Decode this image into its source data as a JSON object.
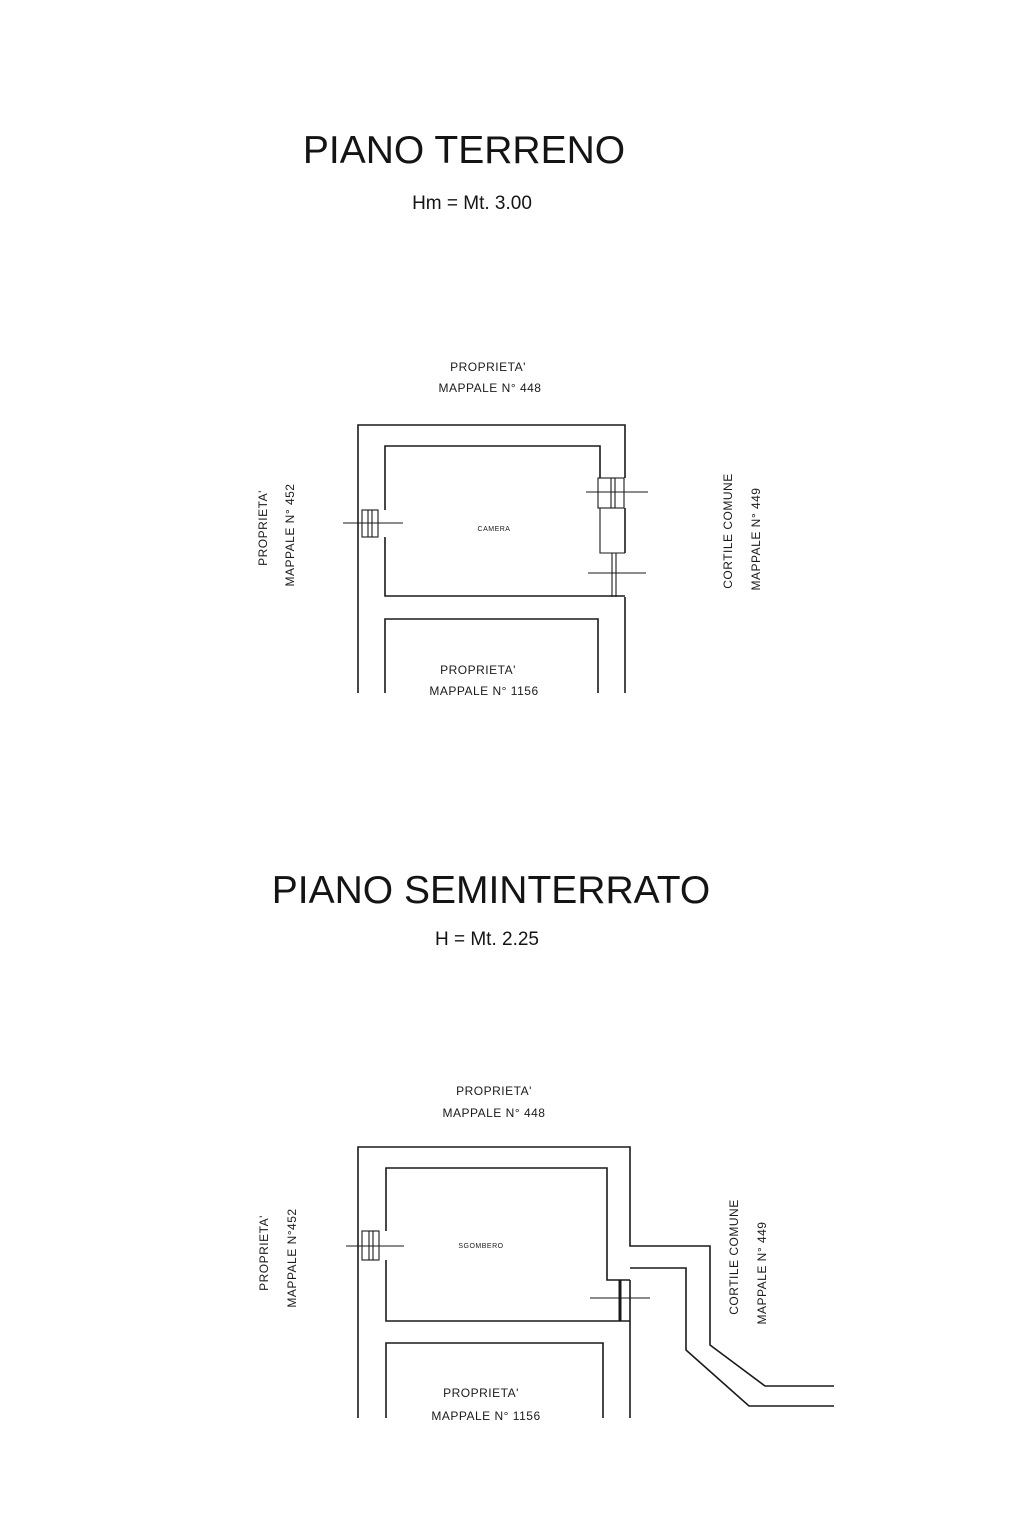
{
  "ground_floor": {
    "title": "PIANO TERRENO",
    "height": "Hm = Mt. 3.00",
    "north_label_1": "PROPRIETA'",
    "north_label_2": "MAPPALE N° 448",
    "west_label_1": "PROPRIETA'",
    "west_label_2": "MAPPALE N° 452",
    "east_label_1": "CORTILE COMUNE",
    "east_label_2": "MAPPALE N° 449",
    "south_label_1": "PROPRIETA'",
    "south_label_2": "MAPPALE N° 1156",
    "room": "CAMERA"
  },
  "basement": {
    "title": "PIANO SEMINTERRATO",
    "height": "H = Mt. 2.25",
    "north_label_1": "PROPRIETA'",
    "north_label_2": "MAPPALE N° 448",
    "west_label_1": "PROPRIETA'",
    "west_label_2": "MAPPALE N°452",
    "east_label_1": "CORTILE COMUNE",
    "east_label_2": "MAPPALE N° 449",
    "south_label_1": "PROPRIETA'",
    "south_label_2": "MAPPALE N° 1156",
    "room": "SGOMBERO"
  }
}
